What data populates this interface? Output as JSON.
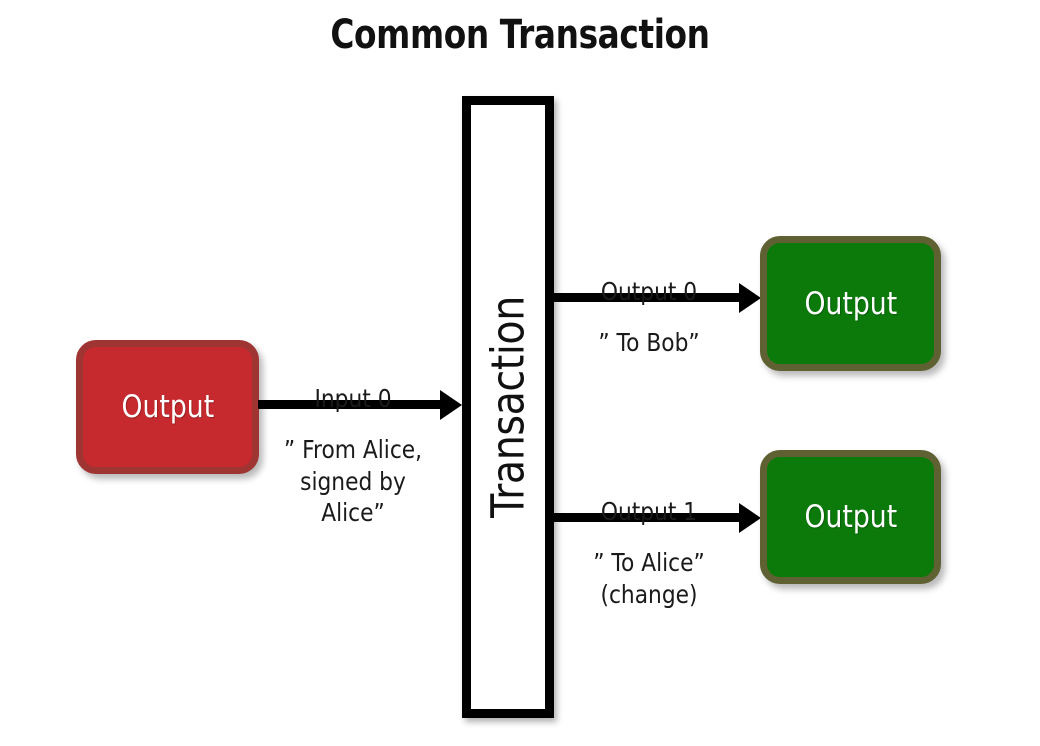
{
  "diagram": {
    "title": "Common Transaction",
    "transaction_node": {
      "label": "Transaction"
    },
    "input_node": {
      "label": "Output",
      "fill_color": "#C62A2E",
      "border_color": "#9E3533"
    },
    "output_nodes": [
      {
        "label": "Output",
        "fill_color": "#0B7A0B",
        "border_color": "#5F6133"
      },
      {
        "label": "Output",
        "fill_color": "#0B7A0B",
        "border_color": "#5F6133"
      }
    ],
    "edges": [
      {
        "name": "input-0",
        "label_top": "Input 0",
        "label_bottom": "” From Alice,\nsigned by\nAlice”",
        "direction": "right"
      },
      {
        "name": "output-0",
        "label_top": "Output 0",
        "label_bottom": "” To Bob”",
        "direction": "right"
      },
      {
        "name": "output-1",
        "label_top": "Output 1",
        "label_bottom": "” To Alice”\n(change)",
        "direction": "right"
      }
    ]
  }
}
